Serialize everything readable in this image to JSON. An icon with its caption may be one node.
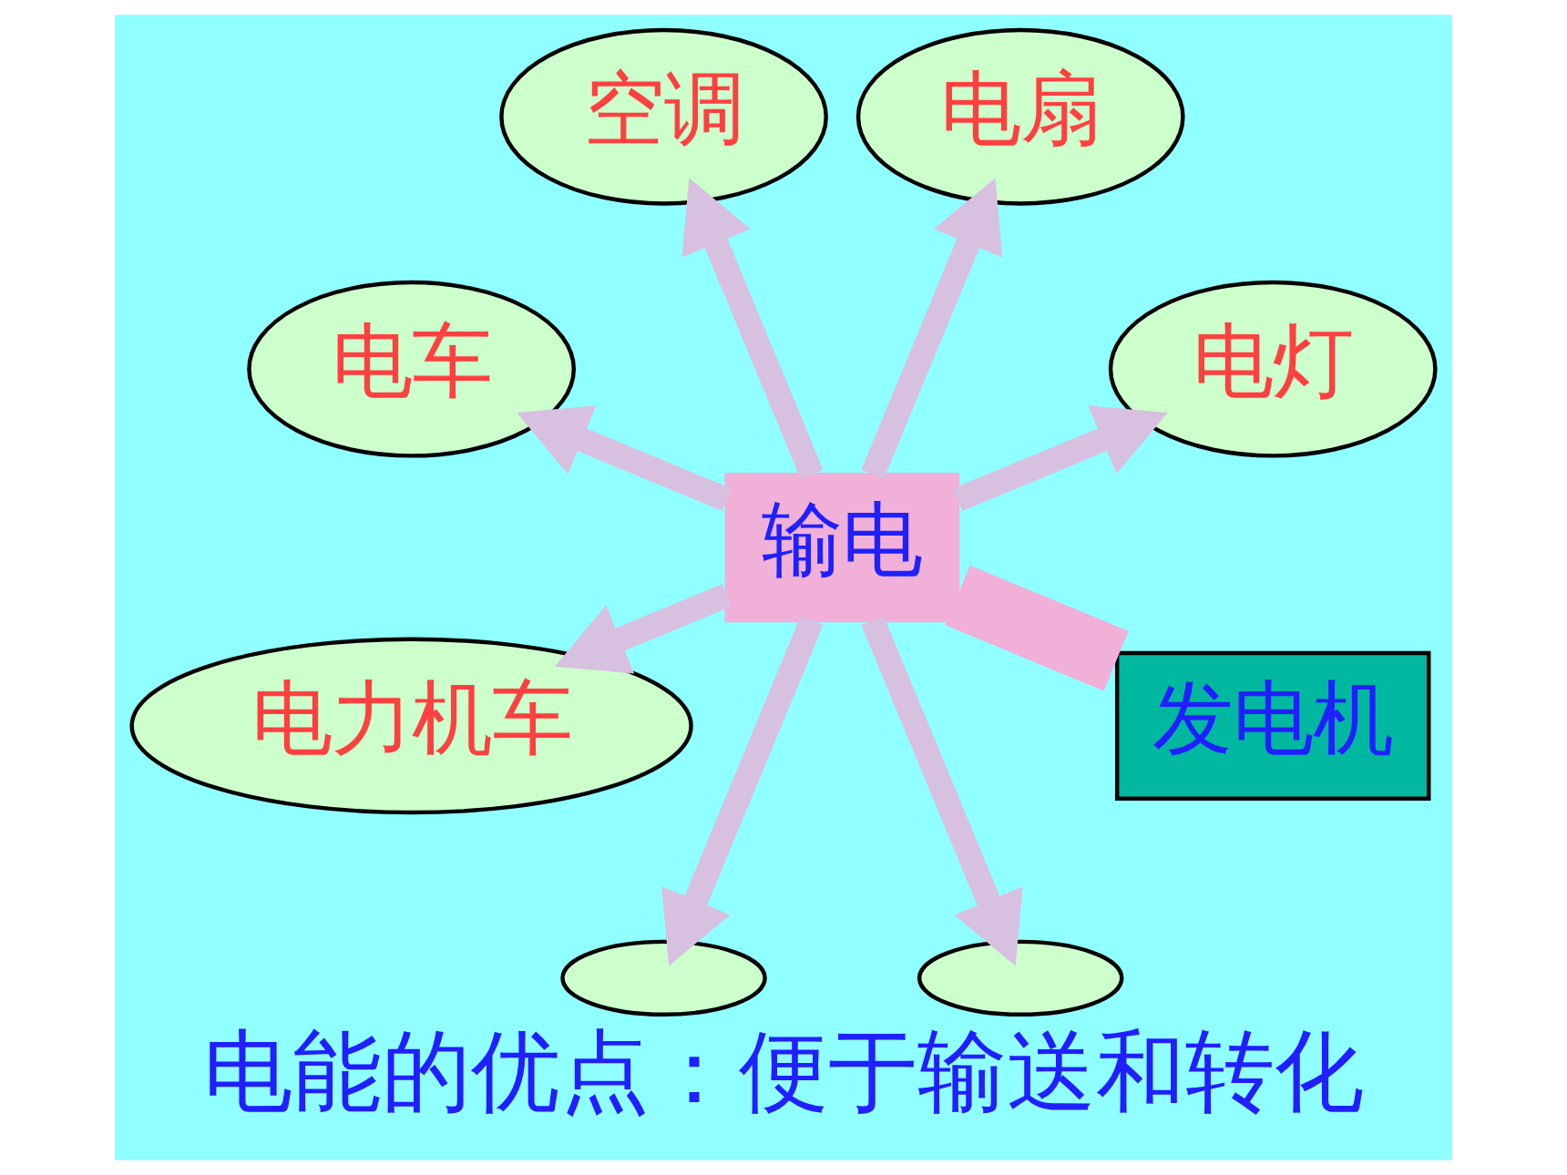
{
  "diagram": {
    "caption": "电能的优点：便于输送和转化",
    "nodes": [
      {
        "text": [
          "发电机"
        ]
      },
      {
        "text": [
          "输电"
        ]
      },
      {
        "text": [
          "电灯"
        ]
      },
      {
        "text": [
          "电扇"
        ]
      },
      {
        "text": [
          "空调"
        ]
      },
      {
        "text": [
          "电车"
        ]
      },
      {
        "text": [
          "电力机车"
        ]
      },
      {
        "text": [],
        "shape": "ellipse"
      },
      {
        "text": [],
        "shape": "ellipse"
      }
    ],
    "edges": [
      {
        "from": 0,
        "to": 1,
        "arrow": "none",
        "style": "thick",
        "color": "#f0b0d8"
      },
      {
        "from": 1,
        "to": 2,
        "arrow": "to"
      },
      {
        "from": 1,
        "to": 3,
        "arrow": "to"
      },
      {
        "from": 1,
        "to": 4,
        "arrow": "to"
      },
      {
        "from": 1,
        "to": 5,
        "arrow": "to"
      },
      {
        "from": 1,
        "to": 6,
        "arrow": "to"
      },
      {
        "from": 1,
        "to": 7,
        "arrow": "to"
      },
      {
        "from": 1,
        "to": 8,
        "arrow": "to"
      }
    ]
  }
}
